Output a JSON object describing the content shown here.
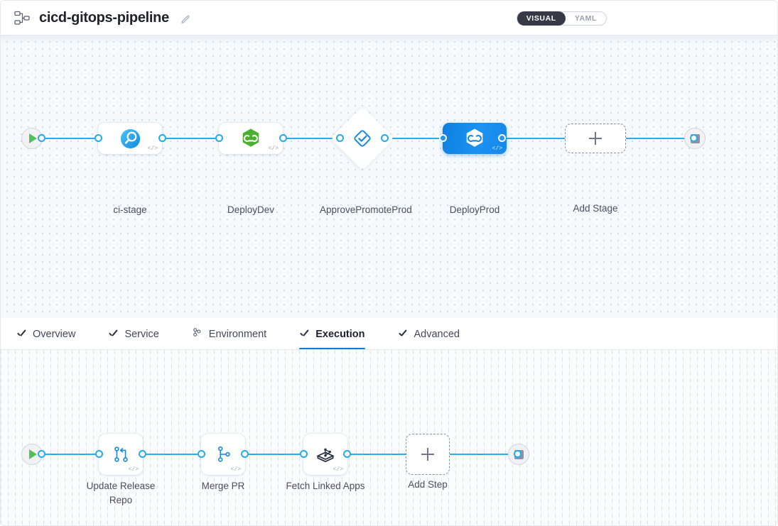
{
  "header": {
    "pipeline_icon": "pipeline-nodes-icon",
    "title": "cicd-gitops-pipeline",
    "edit_icon": "pencil-edit-icon",
    "mode_toggle": {
      "options": [
        {
          "label": "VISUAL",
          "active": true
        },
        {
          "label": "YAML",
          "active": false
        }
      ]
    }
  },
  "stage_canvas": {
    "start_node": {
      "name": "pipeline-start",
      "icon": "play-icon"
    },
    "end_node": {
      "name": "pipeline-end",
      "icon": "stop-icon"
    },
    "add_stage": {
      "label": "Add Stage",
      "icon": "plus-icon"
    },
    "stages": [
      {
        "label": "ci-stage",
        "icon": "ci-build-icon",
        "type": "rect",
        "selected": false,
        "code_badge": "</>"
      },
      {
        "label": "DeployDev",
        "icon": "gitops-hexagon-icon",
        "type": "rect",
        "selected": false,
        "code_badge": "</>"
      },
      {
        "label": "ApprovePromoteProd",
        "icon": "approval-check-icon",
        "type": "diamond",
        "selected": false,
        "code_badge": ""
      },
      {
        "label": "DeployProd",
        "icon": "gitops-hexagon-icon",
        "type": "rect",
        "selected": true,
        "code_badge": "</>"
      }
    ]
  },
  "tabs": [
    {
      "label": "Overview",
      "icon": "check-icon",
      "active": false
    },
    {
      "label": "Service",
      "icon": "check-icon",
      "active": false
    },
    {
      "label": "Environment",
      "icon": "infrastructure-nodes-icon",
      "active": false
    },
    {
      "label": "Execution",
      "icon": "check-icon",
      "active": true
    },
    {
      "label": "Advanced",
      "icon": "check-icon",
      "active": false
    }
  ],
  "step_canvas": {
    "start_node": {
      "name": "execution-start",
      "icon": "play-icon"
    },
    "end_node": {
      "name": "execution-end",
      "icon": "stop-icon"
    },
    "add_step": {
      "label": "Add Step",
      "icon": "plus-icon"
    },
    "steps": [
      {
        "label": "Update Release Repo",
        "icon": "git-merge-icon",
        "code_badge": "</>"
      },
      {
        "label": "Merge PR",
        "icon": "git-branch-icon",
        "code_badge": "</>"
      },
      {
        "label": "Fetch Linked Apps",
        "icon": "argocd-app-icon",
        "code_badge": "</>"
      }
    ]
  },
  "colors": {
    "accent": "#26aaf2",
    "selected_node": "#1788ea",
    "active_tab": "#0b7fd4",
    "toggle_active_bg": "#383946",
    "start_play": "#55c05a",
    "stop_square": "#8e92a6"
  }
}
